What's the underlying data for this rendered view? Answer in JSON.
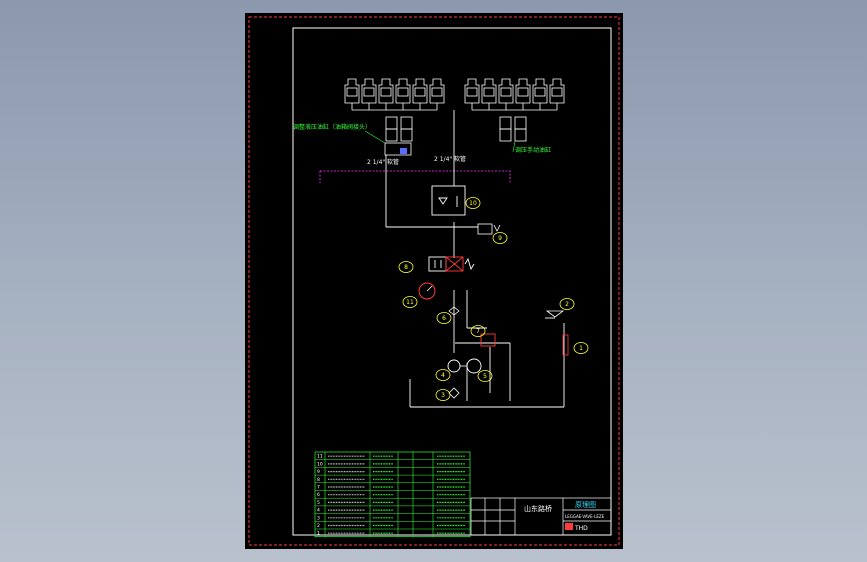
{
  "drawing": {
    "company": "山东路桥",
    "drawing_name": "原理图",
    "doc_code": "LEGGAE-VAVE-LEZE",
    "logo_text": "THD",
    "pipe_label_left": "2 1/4\" 软管",
    "pipe_label_right": "2 1/4\" 软管",
    "callout_left": "调整液压油缸（油箱阀接头）",
    "callout_right": "调压手动油缸",
    "balloons": [
      "1",
      "2",
      "3",
      "4",
      "5",
      "6",
      "7",
      "8",
      "9",
      "10",
      "11"
    ]
  },
  "colors": {
    "background": "#000000",
    "line": "#ffffff",
    "frame": "#ffffff",
    "border_dashed": "#ff3b3b",
    "callout": "#33ff33",
    "dimension": "#ff33ff",
    "balloon": "#ffff33",
    "accent_blue": "#5a6bff"
  },
  "bom": {
    "rows": [
      {
        "no": "11",
        "code": "",
        "name": "",
        "qty": "",
        "note": ""
      },
      {
        "no": "10",
        "code": "",
        "name": "",
        "qty": "",
        "note": ""
      },
      {
        "no": "9",
        "code": "",
        "name": "",
        "qty": "",
        "note": ""
      },
      {
        "no": "8",
        "code": "",
        "name": "",
        "qty": "",
        "note": ""
      },
      {
        "no": "7",
        "code": "",
        "name": "",
        "qty": "",
        "note": ""
      },
      {
        "no": "6",
        "code": "",
        "name": "",
        "qty": "",
        "note": ""
      },
      {
        "no": "5",
        "code": "",
        "name": "",
        "qty": "",
        "note": ""
      },
      {
        "no": "4",
        "code": "",
        "name": "",
        "qty": "",
        "note": ""
      },
      {
        "no": "3",
        "code": "",
        "name": "",
        "qty": "",
        "note": ""
      },
      {
        "no": "2",
        "code": "",
        "name": "",
        "qty": "",
        "note": ""
      },
      {
        "no": "1",
        "code": "",
        "name": "",
        "qty": "",
        "note": ""
      }
    ]
  }
}
